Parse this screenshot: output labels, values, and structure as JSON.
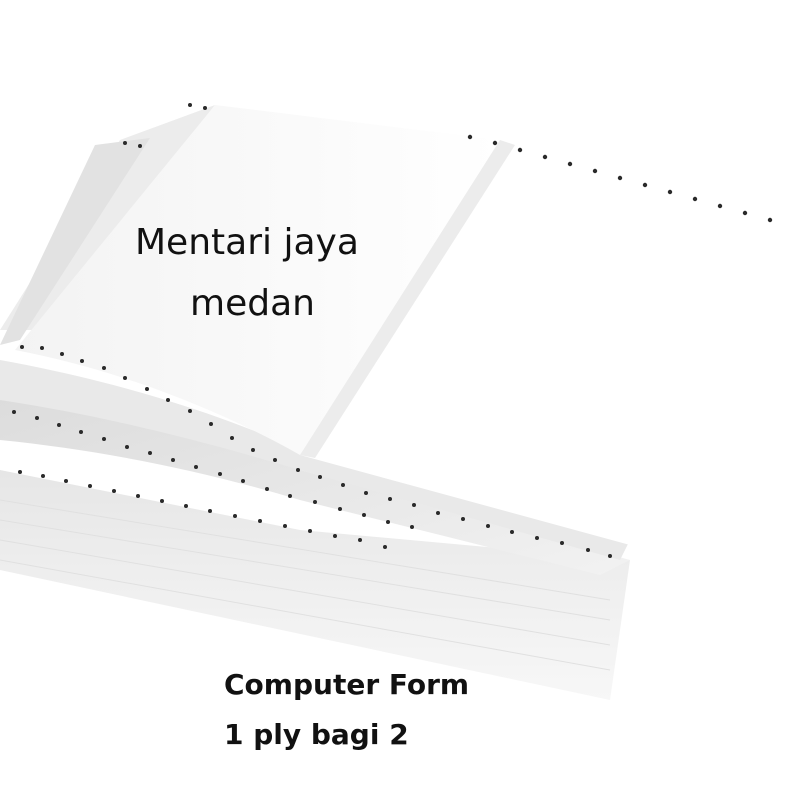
{
  "image": {
    "subject": "continuous computer form paper stack with tractor-feed holes",
    "background_color": "#ffffff",
    "paper_color": "#f4f4f4",
    "hole_color": "#2a2a2a"
  },
  "overlay_text": {
    "brand_line1": "Mentari jaya",
    "brand_line2": "medan",
    "product_line1": "Computer Form",
    "product_line2": "1 ply bagi 2"
  }
}
